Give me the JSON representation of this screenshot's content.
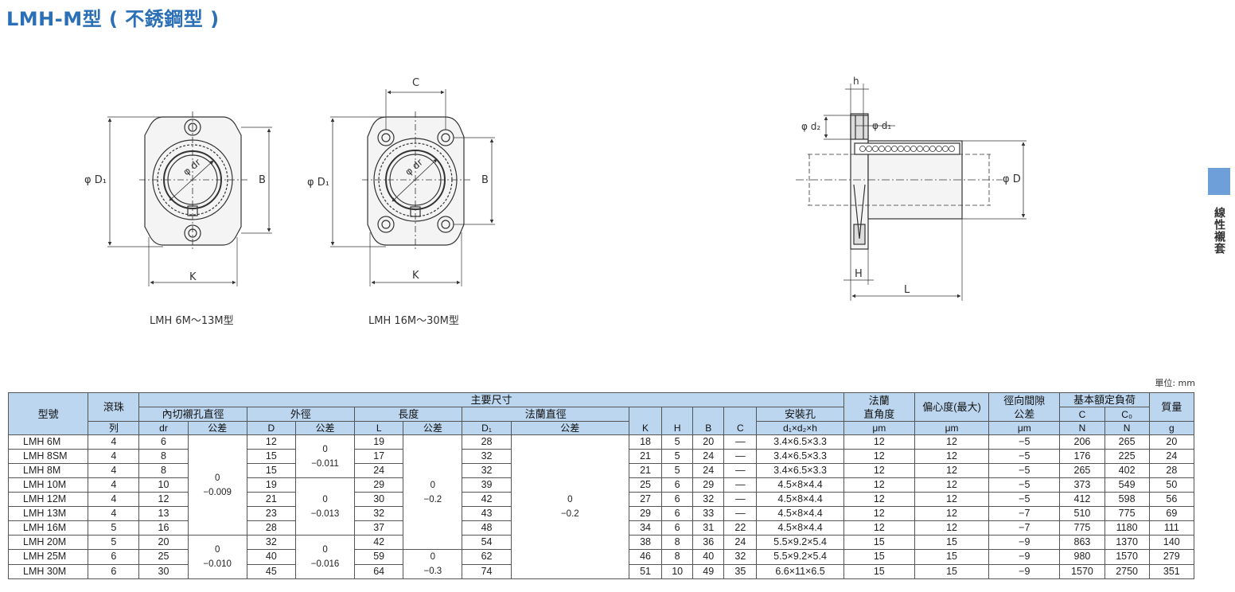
{
  "title": "LMH-M型 ( 不銹鋼型 )",
  "side_tab": {
    "text": "線性襯套",
    "color": "#6f9fd8"
  },
  "unit": "單位: mm",
  "diagram": {
    "left": {
      "phi_d1": "φ D₁",
      "phi_dr": "φ dr",
      "b": "B",
      "k": "K",
      "caption": "LMH 6M～13M型"
    },
    "middle": {
      "c": "C",
      "phi_d1": "φ D₁",
      "phi_dr": "φ dr",
      "b": "B",
      "k": "K",
      "caption": "LMH 16M～30M型"
    },
    "right": {
      "h_small": "h",
      "phi_d2": "φ d₂",
      "phi_d1": "φ d₁",
      "phi_d": "φ D",
      "h_big": "H",
      "l": "L"
    }
  },
  "table": {
    "headers": {
      "model": "型號",
      "balls": "滾珠",
      "balls2": "列",
      "main_dims": "主要尺寸",
      "inscribed": "內切襯孔直徑",
      "outer": "外徑",
      "length": "長度",
      "flange_dia": "法蘭直徑",
      "flange_perp": "法蘭",
      "flange_perp2": "直角度",
      "eccentric": "偏心度(最大)",
      "radial": "徑向間隙",
      "radial2": "公差",
      "load": "基本額定負荷",
      "mass": "質量",
      "mount": "安裝孔",
      "sub": {
        "dr": "dr",
        "tol1": "公差",
        "d": "D",
        "tol2": "公差",
        "l": "L",
        "tol3": "公差",
        "d1": "D₁",
        "tol4": "公差",
        "k": "K",
        "h": "H",
        "b": "B",
        "c": "C",
        "mount": "d₁×d₂×h",
        "perp_unit": "μm",
        "ecc_unit": "μm",
        "rad_unit": "μm",
        "c_load": "C",
        "c0_load": "C₀",
        "c_unit": "N",
        "c0_unit": "N",
        "mass_unit": "g"
      }
    },
    "tolerances": {
      "dr_a": [
        "0",
        "−0.009"
      ],
      "dr_b": [
        "0",
        "−0.010"
      ],
      "d_a": [
        "0",
        "−0.011"
      ],
      "d_b": [
        "0",
        "−0.013"
      ],
      "d_c": [
        "0",
        "−0.016"
      ],
      "l_a": [
        "0",
        "−0.2"
      ],
      "l_b": [
        "0",
        "−0.3"
      ],
      "d1_a": [
        "0",
        "−0.2"
      ]
    },
    "rows": [
      [
        "LMH 6M",
        "4",
        "6",
        "12",
        "19",
        "28",
        "18",
        "5",
        "20",
        "—",
        "3.4×6.5×3.3",
        "12",
        "12",
        "−5",
        "206",
        "265",
        "20"
      ],
      [
        "LMH 8SM",
        "4",
        "8",
        "15",
        "17",
        "32",
        "21",
        "5",
        "24",
        "—",
        "3.4×6.5×3.3",
        "12",
        "12",
        "−5",
        "176",
        "225",
        "24"
      ],
      [
        "LMH 8M",
        "4",
        "8",
        "15",
        "24",
        "32",
        "21",
        "5",
        "24",
        "—",
        "3.4×6.5×3.3",
        "12",
        "12",
        "−5",
        "265",
        "402",
        "28"
      ],
      [
        "LMH 10M",
        "4",
        "10",
        "19",
        "29",
        "39",
        "25",
        "6",
        "29",
        "—",
        "4.5×8×4.4",
        "12",
        "12",
        "−5",
        "373",
        "549",
        "50"
      ],
      [
        "LMH 12M",
        "4",
        "12",
        "21",
        "30",
        "42",
        "27",
        "6",
        "32",
        "—",
        "4.5×8×4.4",
        "12",
        "12",
        "−5",
        "412",
        "598",
        "56"
      ],
      [
        "LMH 13M",
        "4",
        "13",
        "23",
        "32",
        "43",
        "29",
        "6",
        "33",
        "—",
        "4.5×8×4.4",
        "12",
        "12",
        "−7",
        "510",
        "775",
        "69"
      ],
      [
        "LMH 16M",
        "5",
        "16",
        "28",
        "37",
        "48",
        "34",
        "6",
        "31",
        "22",
        "4.5×8×4.4",
        "12",
        "12",
        "−7",
        "775",
        "1180",
        "111"
      ],
      [
        "LMH 20M",
        "5",
        "20",
        "32",
        "42",
        "54",
        "38",
        "8",
        "36",
        "24",
        "5.5×9.2×5.4",
        "15",
        "15",
        "−9",
        "863",
        "1370",
        "140"
      ],
      [
        "LMH 25M",
        "6",
        "25",
        "40",
        "59",
        "62",
        "46",
        "8",
        "40",
        "32",
        "5.5×9.2×5.4",
        "15",
        "15",
        "−9",
        "980",
        "1570",
        "279"
      ],
      [
        "LMH 30M",
        "6",
        "30",
        "45",
        "64",
        "74",
        "51",
        "10",
        "49",
        "35",
        "6.6×11×6.5",
        "15",
        "15",
        "−9",
        "1570",
        "2750",
        "351"
      ]
    ]
  }
}
